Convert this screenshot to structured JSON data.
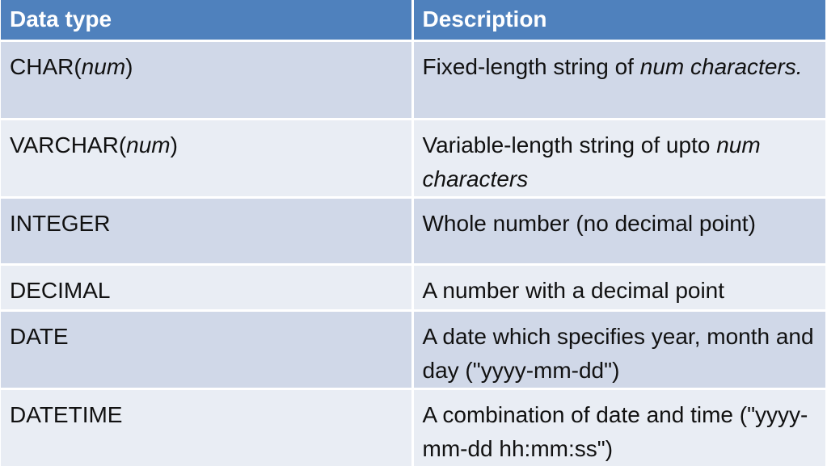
{
  "table": {
    "headers": {
      "type": "Data type",
      "description": "Description"
    },
    "rows": [
      {
        "type_main": "CHAR(",
        "type_param": "num",
        "type_close": ")",
        "desc_main": "Fixed-length string of ",
        "desc_param": "num",
        "desc_tail": " characters."
      },
      {
        "type_main": "VARCHAR(",
        "type_param": "num",
        "type_close": ")",
        "desc_main": "Variable-length string of upto ",
        "desc_param": "num",
        "desc_tail": " characters"
      },
      {
        "type_main": "INTEGER",
        "desc_main": "Whole number (no decimal point)"
      },
      {
        "type_main": "DECIMAL",
        "desc_main": "A number with a decimal point"
      },
      {
        "type_main": "DATE",
        "desc_main": "A date which specifies year, month and day (\"yyyy-mm-dd\")"
      },
      {
        "type_main": "DATETIME",
        "desc_main": "A combination of date and time (\"yyyy-mm-dd hh:mm:ss\")"
      }
    ]
  },
  "colors": {
    "header_bg": "#4f81bd",
    "row_dark": "#d0d8e8",
    "row_light": "#e9edf4"
  }
}
